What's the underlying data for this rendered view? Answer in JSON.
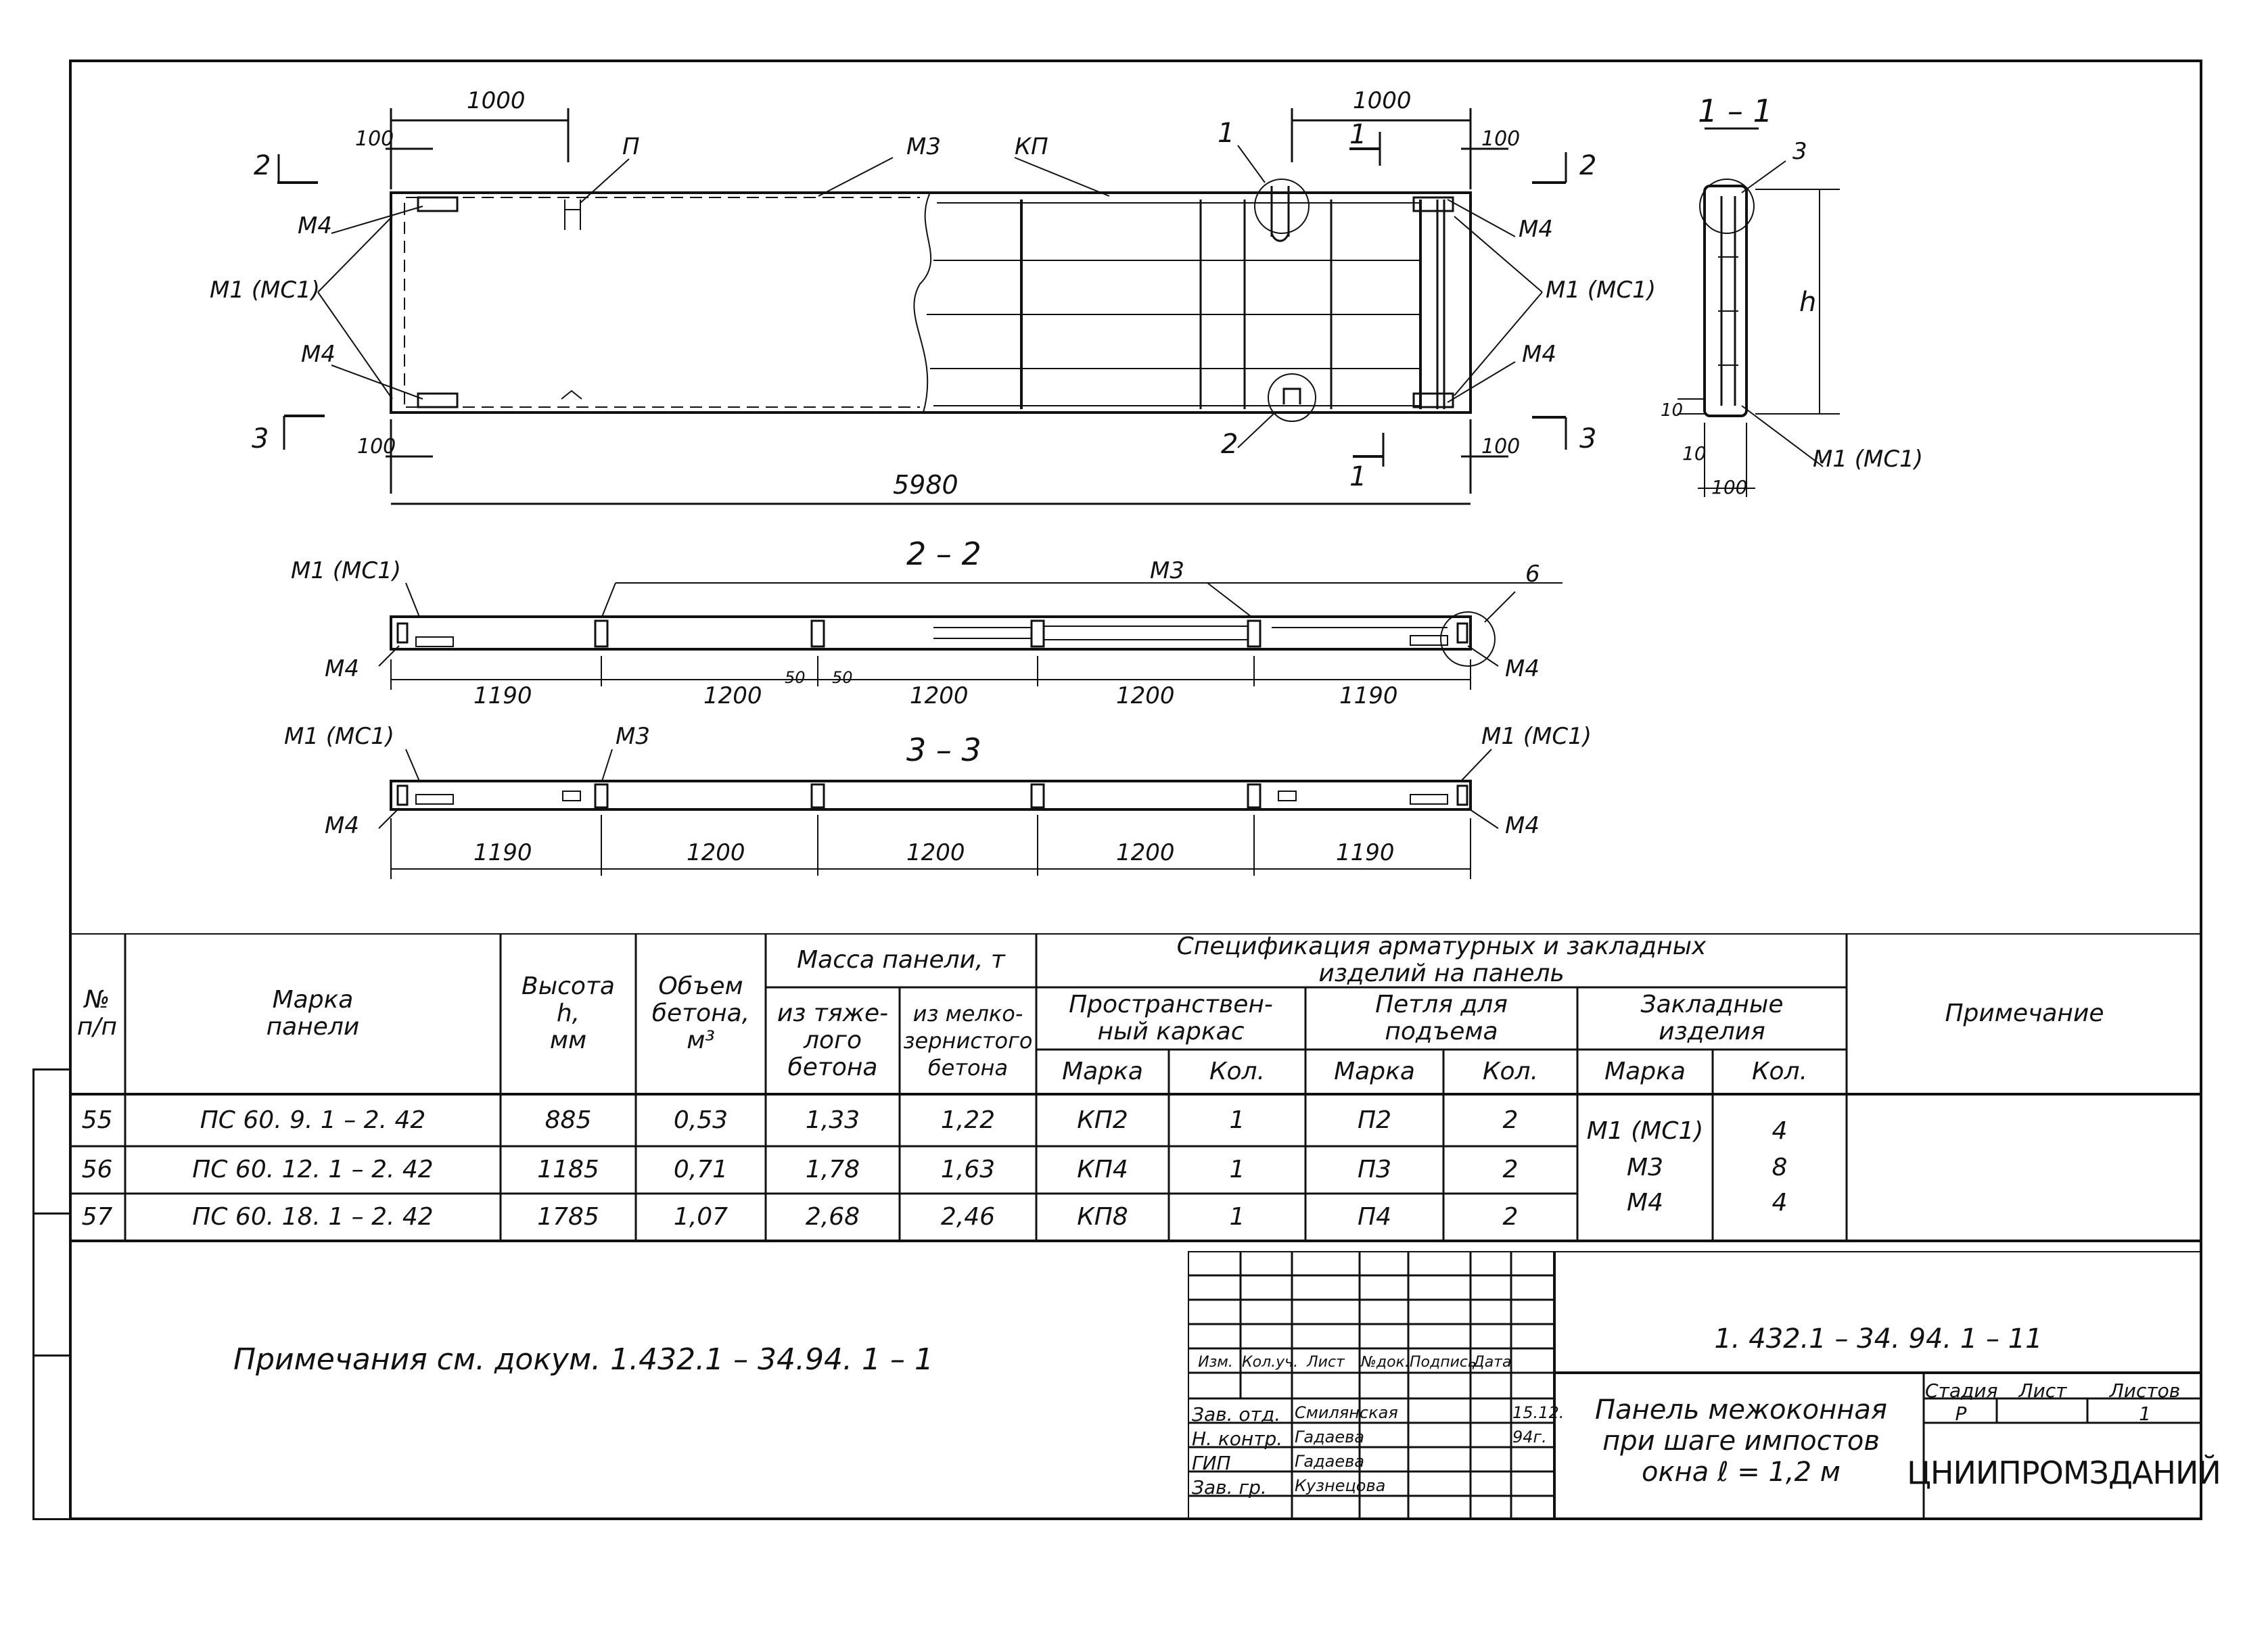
{
  "drawing": {
    "plan": {
      "dims_top": [
        "1000",
        "1000"
      ],
      "dims_edge": [
        "100",
        "100",
        "100",
        "100"
      ],
      "overall": "5980",
      "labels": [
        "2",
        "3",
        "2",
        "3",
        "1",
        "1",
        "1",
        "2",
        "П",
        "М3",
        "КП",
        "М4",
        "М4",
        "М4",
        "М4",
        "М1 (МС1)",
        "М1 (МС1)"
      ]
    },
    "section11": {
      "title": "1 – 1",
      "labels": [
        "3",
        "h",
        "10",
        "10",
        "100",
        "М1 (МС1)"
      ]
    },
    "section22": {
      "title": "2 – 2",
      "dims": [
        "1190",
        "1200",
        "1200",
        "1200",
        "1190"
      ],
      "small": [
        "50",
        "50"
      ],
      "labels": [
        "М1 (МС1)",
        "М3",
        "6",
        "М4",
        "М4"
      ]
    },
    "section33": {
      "title": "3 – 3",
      "dims": [
        "1190",
        "1200",
        "1200",
        "1200",
        "1190"
      ],
      "labels": [
        "М1 (МС1)",
        "М3",
        "М1 (МС1)",
        "М4",
        "М4"
      ]
    }
  },
  "spec_table": {
    "headers": {
      "num": "№\nп/п",
      "mark": "Марка\nпанели",
      "height": "Высота\nh,\nмм",
      "volume": "Объем\nбетона,\nм³",
      "mass": "Масса панели, т",
      "mass_heavy": "из тяже-\nлого\nбетона",
      "mass_fine": "из мелко-\nзернистого\nбетона",
      "spec": "Спецификация арматурных и закладных\nизделий на панель",
      "frame": "Пространствен-\nный каркас",
      "loop": "Петля для\nподъема",
      "embedded": "Закладные\nизделия",
      "mark_col": "Марка",
      "qty_col": "Кол.",
      "note": "Примечание"
    },
    "rows": [
      {
        "num": "55",
        "mark": "ПС 60. 9. 1 – 2. 42",
        "height": "885",
        "volume": "0,53",
        "heavy": "1,33",
        "fine": "1,22",
        "frame": "КП2",
        "frame_qty": "1",
        "loop": "П2",
        "loop_qty": "2"
      },
      {
        "num": "56",
        "mark": "ПС 60. 12. 1 – 2. 42",
        "height": "1185",
        "volume": "0,71",
        "heavy": "1,78",
        "fine": "1,63",
        "frame": "КП4",
        "frame_qty": "1",
        "loop": "П3",
        "loop_qty": "2"
      },
      {
        "num": "57",
        "mark": "ПС 60. 18. 1 – 2. 42",
        "height": "1785",
        "volume": "1,07",
        "heavy": "2,68",
        "fine": "2,46",
        "frame": "КП8",
        "frame_qty": "1",
        "loop": "П4",
        "loop_qty": "2"
      }
    ],
    "embedded_items": [
      {
        "mark": "М1 (МС1)",
        "qty": "4"
      },
      {
        "mark": "М3",
        "qty": "8"
      },
      {
        "mark": "М4",
        "qty": "4"
      }
    ]
  },
  "note_text": "Примечания см. докум. 1.432.1 – 34.94. 1 – 1",
  "title_block": {
    "doc_code": "1. 432.1 – 34. 94. 1 – 11",
    "cols": [
      "Изм.",
      "Кол.уч.",
      "Лист",
      "№док.",
      "Подпись",
      "Дата"
    ],
    "roles": [
      "Зав. отд.",
      "Н. контр.",
      "ГИП",
      "Зав. гр."
    ],
    "names": [
      "Смилянская",
      "Гадаева",
      "Гадаева",
      "Кузнецова"
    ],
    "dates": [
      "15.12.",
      "94г."
    ],
    "title": "Панель межоконная\nпри шаге импостов\nокна ℓ = 1,2 м",
    "stage_label": "Стадия",
    "sheet_label": "Лист",
    "sheets_label": "Листов",
    "stage": "Р",
    "sheets": "1",
    "org": "ЦНИИПРОМЗДАНИЙ"
  }
}
